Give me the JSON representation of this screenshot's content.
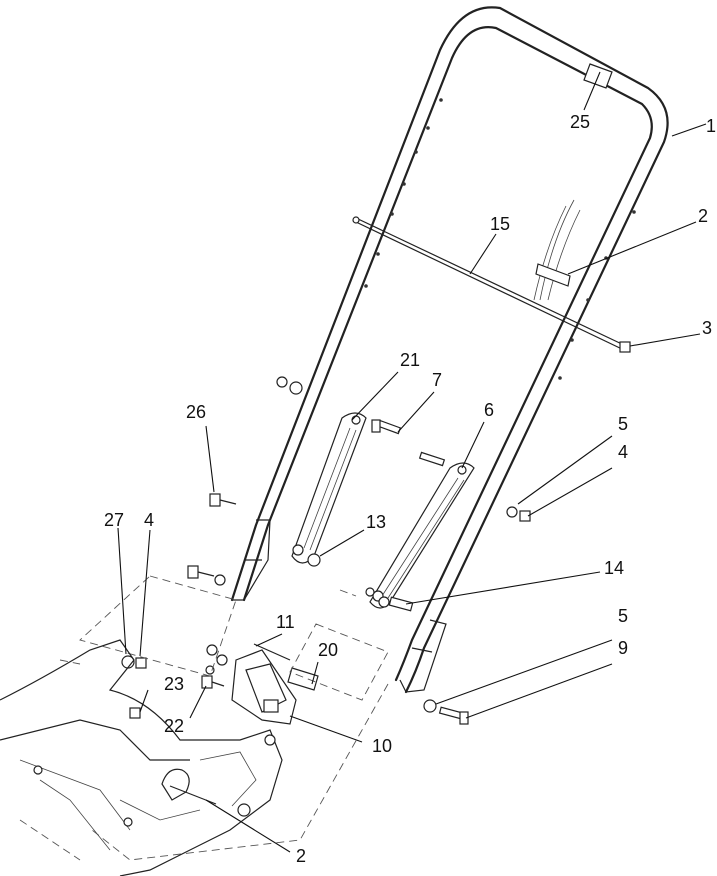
{
  "callouts": [
    {
      "id": "c1",
      "text": "1"
    },
    {
      "id": "c2a",
      "text": "2"
    },
    {
      "id": "c2b",
      "text": "2"
    },
    {
      "id": "c3",
      "text": "3"
    },
    {
      "id": "c4a",
      "text": "4"
    },
    {
      "id": "c4b",
      "text": "4"
    },
    {
      "id": "c5a",
      "text": "5"
    },
    {
      "id": "c5b",
      "text": "5"
    },
    {
      "id": "c6",
      "text": "6"
    },
    {
      "id": "c7",
      "text": "7"
    },
    {
      "id": "c9",
      "text": "9"
    },
    {
      "id": "c10",
      "text": "10"
    },
    {
      "id": "c11",
      "text": "11"
    },
    {
      "id": "c13",
      "text": "13"
    },
    {
      "id": "c14",
      "text": "14"
    },
    {
      "id": "c15",
      "text": "15"
    },
    {
      "id": "c20",
      "text": "20"
    },
    {
      "id": "c21",
      "text": "21"
    },
    {
      "id": "c22",
      "text": "22"
    },
    {
      "id": "c23",
      "text": "23"
    },
    {
      "id": "c25",
      "text": "25"
    },
    {
      "id": "c26",
      "text": "26"
    },
    {
      "id": "c27",
      "text": "27"
    }
  ]
}
